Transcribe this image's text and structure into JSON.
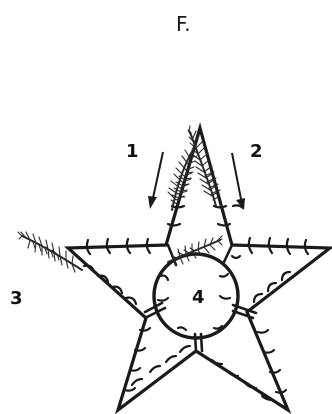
{
  "figure": {
    "label": "F.",
    "step_labels": [
      "1",
      "2",
      "3",
      "4"
    ]
  },
  "icons": {
    "frame": "star-wire-frame-icon",
    "greenery": "evergreen-sprig-icon",
    "arrow": "down-arrow-icon"
  },
  "colors": {
    "line": "#1a1a1a",
    "background": "#ffffff"
  }
}
